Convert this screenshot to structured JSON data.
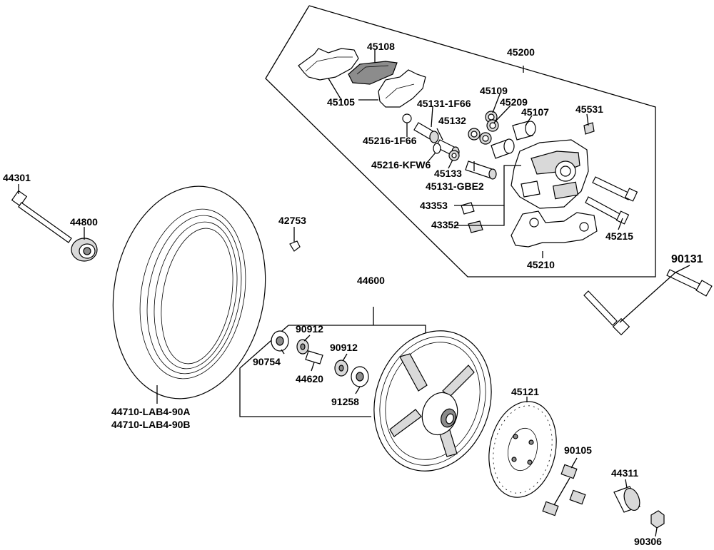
{
  "labels": {
    "p45200": "45200",
    "p45108": "45108",
    "p45105": "45105",
    "p45109": "45109",
    "p45209": "45209",
    "p45107": "45107",
    "p45131_1f66": "45131-1F66",
    "p45132": "45132",
    "p45531": "45531",
    "p45216_1f66": "45216-1F66",
    "p45216_kfw6": "45216-KFW6",
    "p45133": "45133",
    "p45131_gbe2": "45131-GBE2",
    "p43353": "43353",
    "p43352": "43352",
    "p45215": "45215",
    "p45210": "45210",
    "p44301": "44301",
    "p44800": "44800",
    "p42753": "42753",
    "p90131": "90131",
    "p44600": "44600",
    "p90912a": "90912",
    "p90912b": "90912",
    "p90754": "90754",
    "p44620": "44620",
    "p91258": "91258",
    "p45121": "45121",
    "p90105": "90105",
    "p44311": "44311",
    "p90306": "90306",
    "p44710a": "44710-LAB4-90A",
    "p44710b": "44710-LAB4-90B"
  },
  "icons": {
    "tire": "tire-icon",
    "wheel": "wheel-rim-icon",
    "disc": "brake-disc-icon",
    "caliper": "brake-caliper-icon"
  }
}
